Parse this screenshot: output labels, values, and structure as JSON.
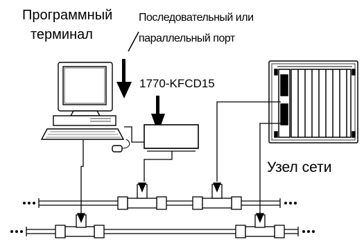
{
  "labels": {
    "terminal_line1": "Программный",
    "terminal_line2": "терминал",
    "port_line1": "Последовательный или",
    "port_line2": "параллельный порт",
    "module": "1770-KFCD15",
    "node": "Узел сети"
  },
  "colors": {
    "ink": "#000000",
    "paper": "#ffffff",
    "shade": "#8c8c8c"
  }
}
